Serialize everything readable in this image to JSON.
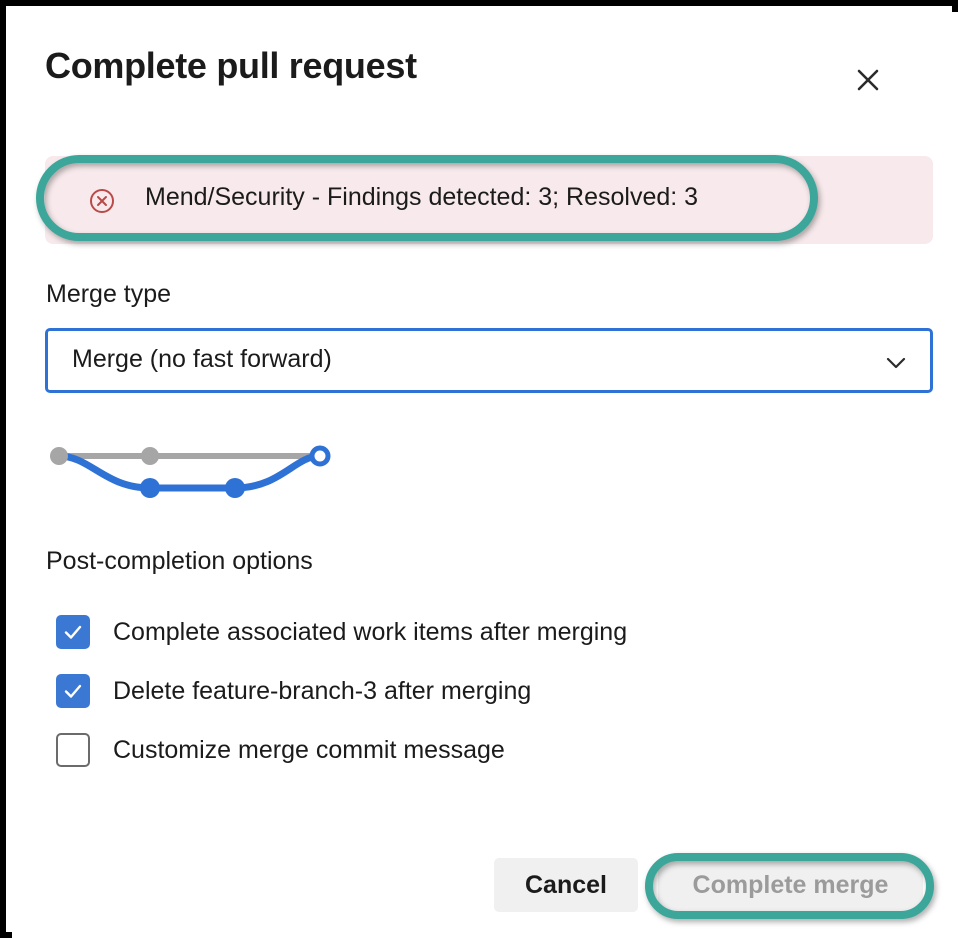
{
  "dialog": {
    "title": "Complete pull request",
    "close_icon": "close-icon"
  },
  "banner": {
    "icon": "error-circle-x-icon",
    "text": "Mend/Security - Findings detected: 3; Resolved: 3",
    "background_color": "#f8eaec",
    "icon_color": "#b94a48"
  },
  "merge_type": {
    "label": "Merge type",
    "selected": "Merge (no fast forward)",
    "chevron_icon": "chevron-down-icon",
    "focus_border_color": "#2f72d5"
  },
  "merge_graph": {
    "base_color": "#a6a6a6",
    "branch_color": "#2f72d5"
  },
  "post_completion": {
    "label": "Post-completion options",
    "options": [
      {
        "label": "Complete associated work items after merging",
        "checked": true
      },
      {
        "label": "Delete feature-branch-3 after merging",
        "checked": true
      },
      {
        "label": "Customize merge commit message",
        "checked": false
      }
    ]
  },
  "footer": {
    "cancel_label": "Cancel",
    "complete_merge_label": "Complete merge",
    "complete_merge_disabled": true
  },
  "annotations": {
    "color": "#3ba699",
    "targets": [
      "banner",
      "complete-merge-button"
    ]
  }
}
